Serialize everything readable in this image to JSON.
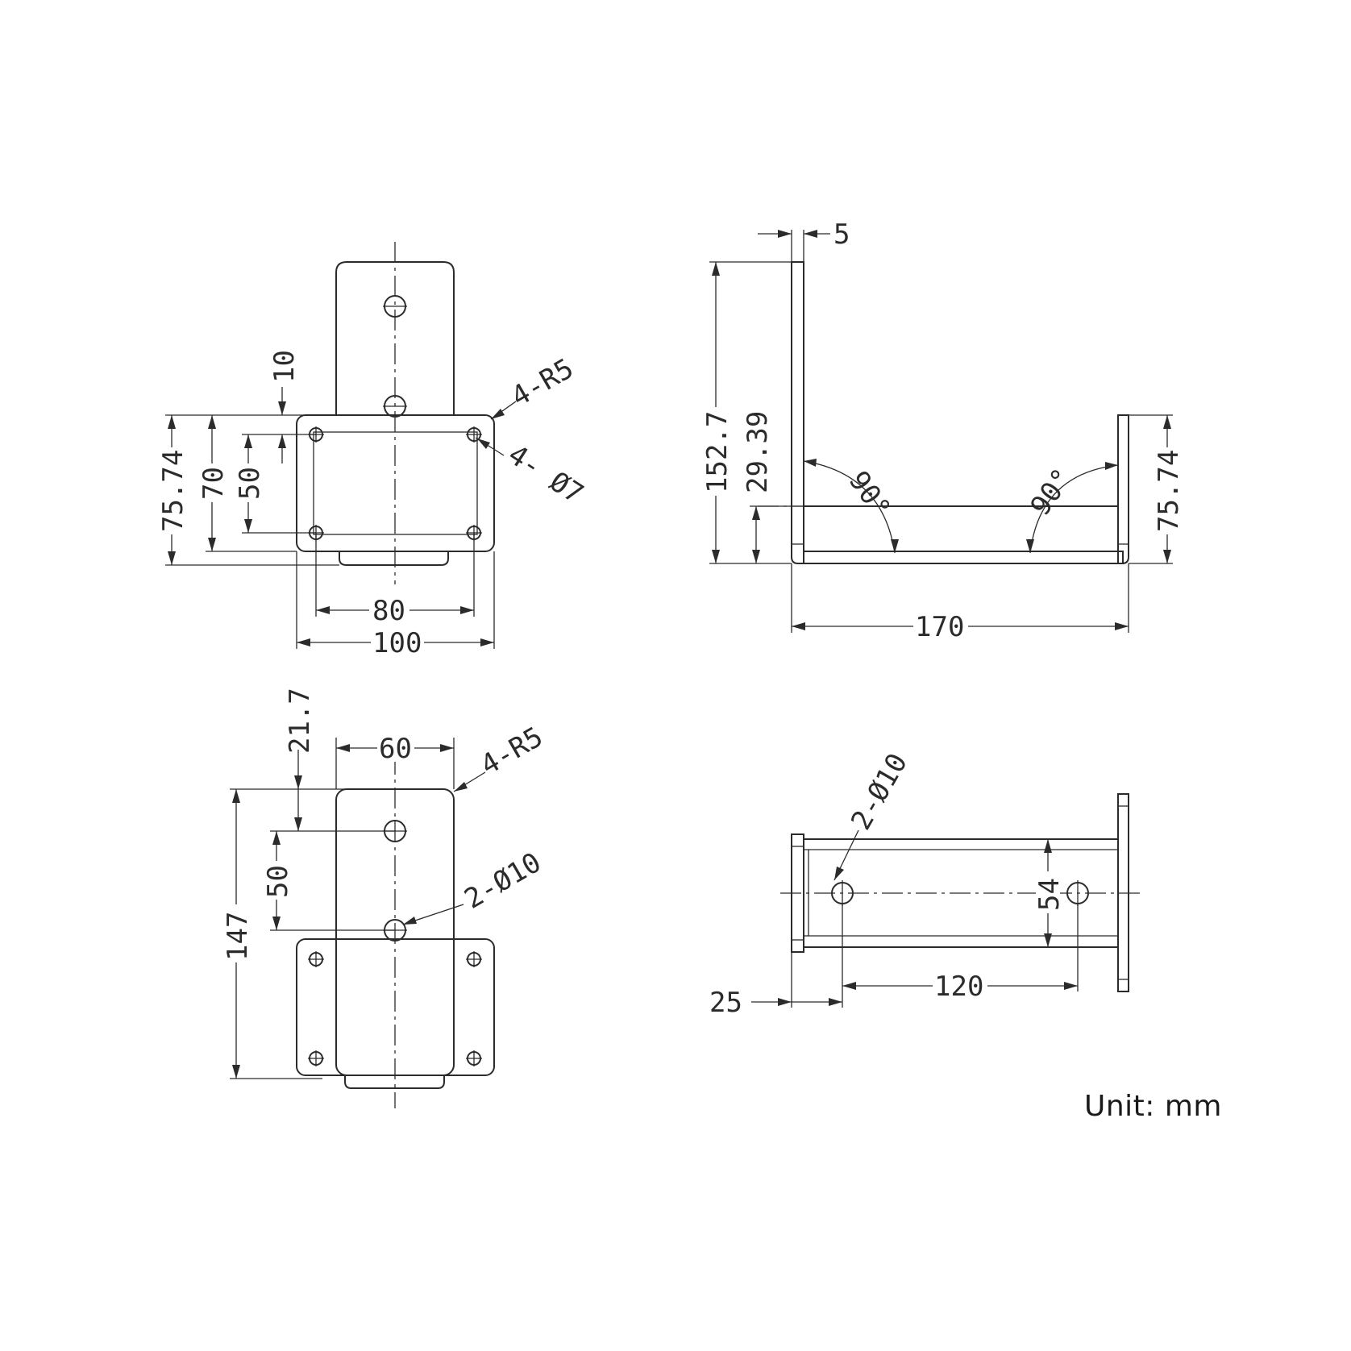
{
  "unit_label": "Unit: mm",
  "front_view": {
    "d_height_outer": "75.74",
    "d_height_plate": "70",
    "d_hole_vspacing": "50",
    "d_top_offset": "10",
    "d_corner_radius": "4-R5",
    "d_hole_diameter": "4-  Ø7",
    "d_hole_hspacing": "80",
    "d_width": "100"
  },
  "side_view": {
    "d_thickness": "5",
    "d_total_height": "152.7",
    "d_inner_height": "29.39",
    "d_angle_left": "90°",
    "d_angle_right": "90°",
    "d_right_height": "75.74",
    "d_length": "170"
  },
  "back_view": {
    "d_top_offset": "21.7",
    "d_width": "60",
    "d_corner_radius": "4-R5",
    "d_hole_spacing": "50",
    "d_hole_diameter": "2-Ø10",
    "d_total_height": "147"
  },
  "bottom_view": {
    "d_hole_diameter": "2-Ø10",
    "d_channel_width": "54",
    "d_hole_spacing": "120",
    "d_edge_offset": "25"
  }
}
